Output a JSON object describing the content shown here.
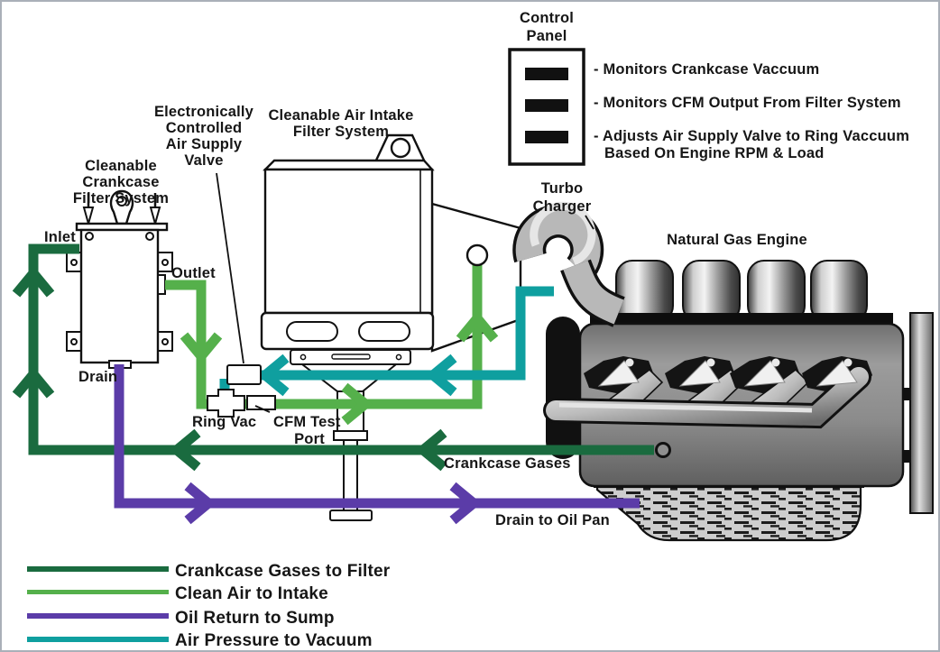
{
  "colors": {
    "dark_green": "#1a6b3f",
    "light_green": "#55b04b",
    "purple": "#5b3ca8",
    "teal": "#0f9f9f",
    "text": "#161616"
  },
  "control_panel": {
    "title": [
      "Control",
      "Panel"
    ],
    "bullets": [
      "- Monitors Crankcase Vaccuum",
      "- Monitors CFM Output From Filter System",
      "- Adjusts Air Supply Valve to Ring Vaccuum",
      "Based On Engine RPM & Load"
    ]
  },
  "labels": {
    "crankcase_filter": [
      "Cleanable",
      "Crankcase",
      "Filter System"
    ],
    "air_intake_filter": [
      "Cleanable Air Intake",
      "Filter System"
    ],
    "air_supply_valve": [
      "Electronically",
      "Controlled",
      "Air Supply",
      "Valve"
    ],
    "turbo_charger": [
      "Turbo",
      "Charger"
    ],
    "engine": "Natural Gas Engine",
    "inlet": "Inlet",
    "outlet": "Outlet",
    "drain": "Drain",
    "ring_vac": "Ring Vac",
    "cfm_test_port": [
      "CFM Test",
      "Port"
    ],
    "crankcase_gases": "Crankcase Gases",
    "drain_to_oil_pan": "Drain to Oil Pan"
  },
  "legend": {
    "items": [
      {
        "label": "Crankcase Gases to Filter",
        "color": "#1a6b3f"
      },
      {
        "label": "Clean Air to Intake",
        "color": "#55b04b"
      },
      {
        "label": "Oil Return to Sump",
        "color": "#5b3ca8"
      },
      {
        "label": "Air Pressure to Vacuum",
        "color": "#0f9f9f"
      }
    ]
  }
}
